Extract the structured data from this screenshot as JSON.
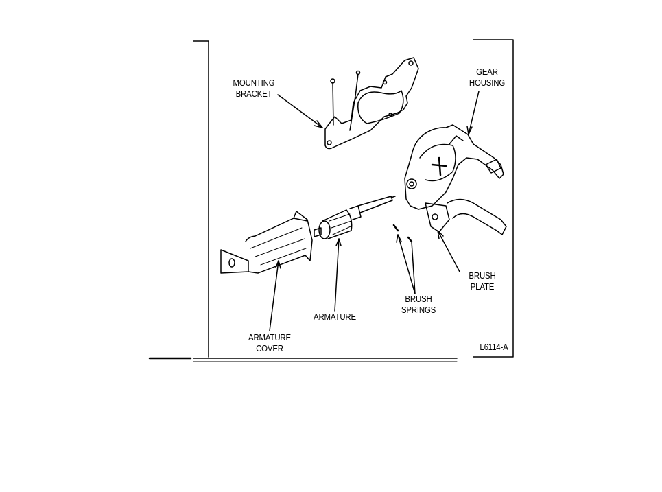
{
  "figure_id": "L6114-A",
  "labels": {
    "mounting_bracket": [
      "MOUNTING",
      "BRACKET"
    ],
    "gear_housing": [
      "GEAR",
      "HOUSING"
    ],
    "brush_plate": [
      "BRUSH",
      "PLATE"
    ],
    "brush_springs": [
      "BRUSH",
      "SPRINGS"
    ],
    "armature": "ARMATURE",
    "armature_cover": [
      "ARMATURE",
      "COVER"
    ]
  }
}
